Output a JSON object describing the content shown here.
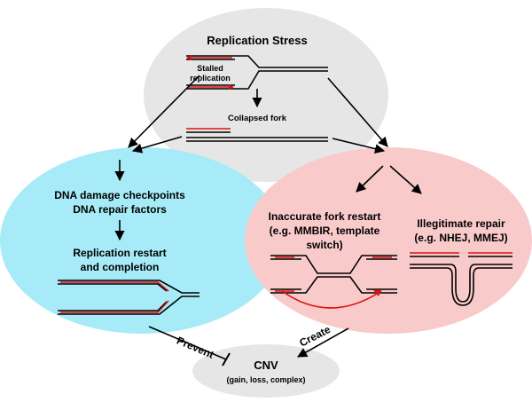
{
  "top": {
    "title": "Replication Stress",
    "stalled_line1": "Stalled",
    "stalled_line2": "replication",
    "collapsed": "Collapsed fork"
  },
  "left": {
    "checkpoints": "DNA damage checkpoints",
    "repair_factors": "DNA repair factors",
    "restart_line1": "Replication restart",
    "restart_line2": "and completion"
  },
  "right": {
    "inaccurate_line1": "Inaccurate fork restart",
    "inaccurate_line2": "(e.g. MMBIR, template",
    "inaccurate_line3": "switch)",
    "illegitimate_line1": "Illegitimate repair",
    "illegitimate_line2": "(e.g. NHEJ, MMEJ)"
  },
  "bottom": {
    "title": "CNV",
    "subtitle": "(gain, loss, complex)",
    "prevent": "Prevent",
    "create": "Create"
  },
  "colors": {
    "top_fill": "#e6e6e6",
    "left_fill": "#a6ebf7",
    "right_fill": "#f9caca",
    "bottom_fill": "#e6e6e6",
    "new_strand": "#dd1111",
    "dna": "#000000"
  }
}
